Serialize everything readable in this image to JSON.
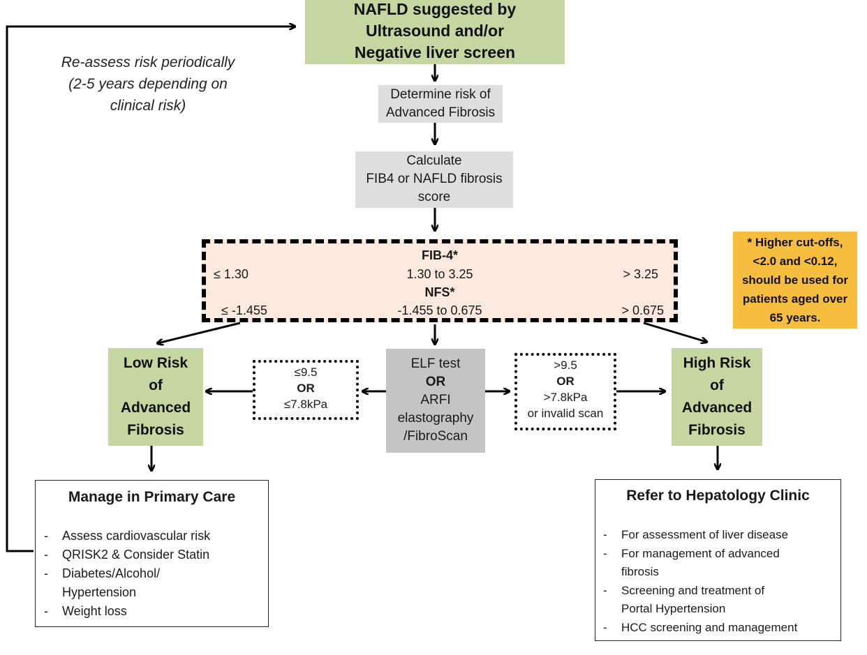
{
  "nodes": {
    "start": [
      "NAFLD suggested by",
      "Ultrasound and/or",
      "Negative liver screen"
    ],
    "determine": [
      "Determine risk of",
      "Advanced Fibrosis"
    ],
    "calculate": [
      "Calculate",
      "FIB4 or NAFLD fibrosis",
      "score"
    ],
    "thresholds": {
      "fib4_label": "FIB-4*",
      "fib4_low": "≤ 1.30",
      "fib4_mid": "1.30 to 3.25",
      "fib4_high": "> 3.25",
      "nfs_label": "NFS*",
      "nfs_low": "≤ -1.455",
      "nfs_mid": "-1.455 to 0.675",
      "nfs_high": "> 0.675"
    },
    "note": [
      "* Higher cut-offs,",
      "<2.0 and <0.12,",
      "should be used for",
      "patients aged over",
      "65 years."
    ],
    "reassess": [
      "Re-assess risk periodically",
      "(2-5 years depending on",
      "clinical risk)"
    ],
    "low_risk": [
      "Low Risk",
      "of",
      "Advanced",
      "Fibrosis"
    ],
    "high_risk": [
      "High Risk",
      "of",
      "Advanced",
      "Fibrosis"
    ],
    "elf": [
      "ELF test",
      "OR",
      "ARFI",
      "elastography",
      "/FibroScan"
    ],
    "low_criteria": [
      "≤9.5",
      "OR",
      "≤7.8kPa"
    ],
    "high_criteria": [
      ">9.5",
      "OR",
      ">7.8kPa",
      "or invalid scan"
    ]
  },
  "primary_care": {
    "title": "Manage in Primary Care",
    "dash": "-",
    "items": [
      [
        "Assess cardiovascular risk"
      ],
      [
        "QRISK2 & Consider Statin"
      ],
      [
        "Diabetes/Alcohol/",
        "Hypertension"
      ],
      [
        "Weight loss"
      ]
    ]
  },
  "hepatology": {
    "title": "Refer to Hepatology Clinic",
    "dash": "-",
    "items": [
      [
        "For assessment of liver disease"
      ],
      [
        "For management of advanced",
        "fibrosis"
      ],
      [
        "Screening and treatment of",
        "Portal Hypertension"
      ],
      [
        "HCC screening and management"
      ]
    ]
  },
  "colors": {
    "green": "#c5d6a0",
    "light_grey": "#dedede",
    "dark_grey": "#c4c4c4",
    "peach": "#fae9dc",
    "orange": "#f6bd3f"
  }
}
